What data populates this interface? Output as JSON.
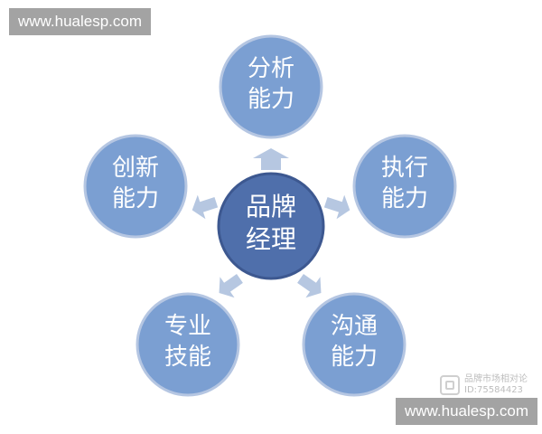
{
  "watermark_top": "www.hualesp.com",
  "watermark_bottom": "www.hualesp.com",
  "corner_mark": {
    "line1": "品牌市场相对论",
    "line2": "ID:75584423"
  },
  "colors": {
    "outer_fill": "#7b9fd2",
    "outer_stroke": "#b5c6e2",
    "center_fill": "#4f6fab",
    "center_stroke": "#3d5890",
    "arrow": "#b6c7e1",
    "watermark_bg": "#a3a3a3"
  },
  "diagram": {
    "center": {
      "line1": "品牌",
      "line2": "经理"
    },
    "nodes": [
      {
        "id": "analysis",
        "line1": "分析",
        "line2": "能力"
      },
      {
        "id": "execution",
        "line1": "执行",
        "line2": "能力"
      },
      {
        "id": "communication",
        "line1": "沟通",
        "line2": "能力"
      },
      {
        "id": "professional",
        "line1": "专业",
        "line2": "技能"
      },
      {
        "id": "innovation",
        "line1": "创新",
        "line2": "能力"
      }
    ]
  }
}
